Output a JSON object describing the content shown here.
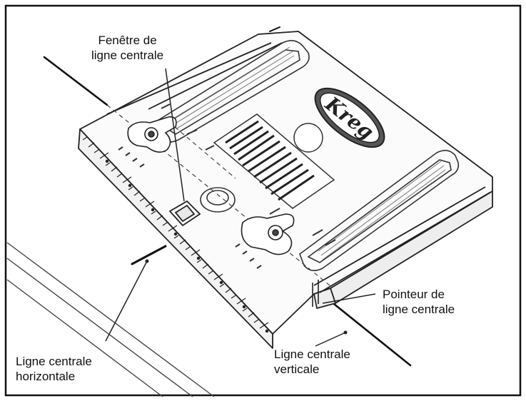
{
  "diagram": {
    "brand_logo_text": "Kreg",
    "labels": {
      "centerline_window": [
        "Fenêtre de",
        "ligne centrale"
      ],
      "centerline_pointer": [
        "Pointeur de",
        "ligne centrale"
      ],
      "horizontal_centerline": [
        "Ligne centrale",
        "horizontale"
      ],
      "vertical_centerline": [
        "Ligne centrale",
        "verticale"
      ]
    }
  }
}
